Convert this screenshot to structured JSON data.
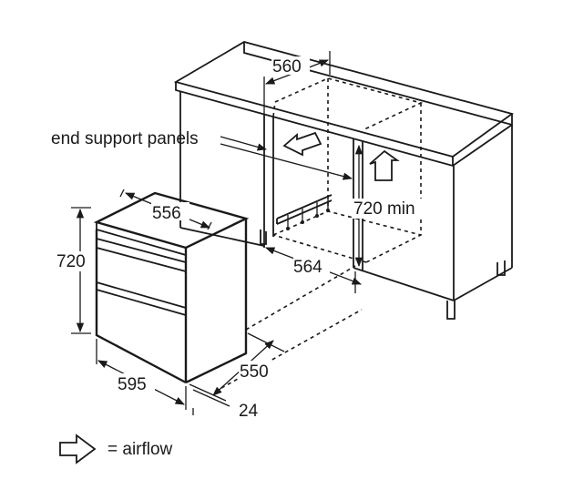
{
  "diagram": {
    "labels": {
      "end_support_panels": "end support panels",
      "dim_560": "560",
      "dim_556": "556",
      "dim_720_left": "720",
      "dim_720_min": "720 min",
      "dim_564": "564",
      "dim_550": "550",
      "dim_595": "595",
      "dim_24": "24"
    },
    "legend": {
      "airflow": "= airflow",
      "icon": "outline-arrow-icon"
    },
    "colors": {
      "line": "#1a1a1a",
      "background": "#ffffff"
    }
  }
}
